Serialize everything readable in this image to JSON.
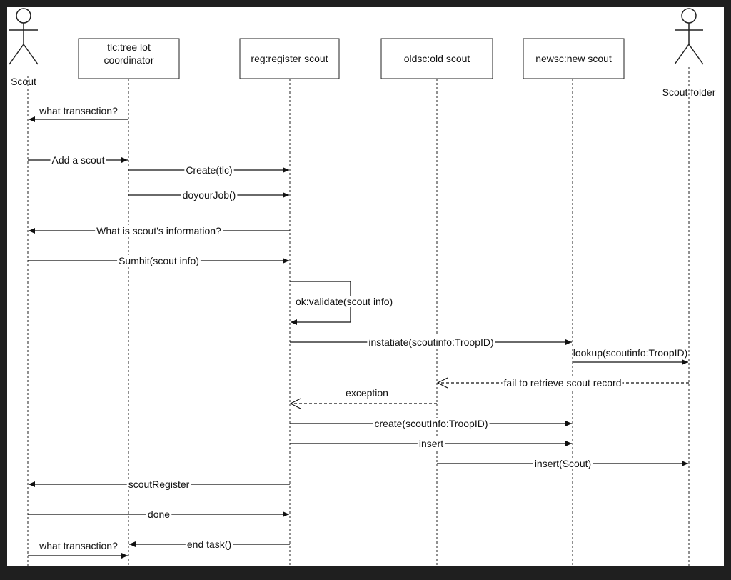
{
  "colors": {
    "frame": "#1f1f1f",
    "background": "#ffffff",
    "ink": "#111111"
  },
  "participants": [
    {
      "id": "scout",
      "kind": "actor",
      "label": "Scout"
    },
    {
      "id": "tlc",
      "kind": "object",
      "label_lines": [
        "tlc:tree lot",
        "coordinator"
      ]
    },
    {
      "id": "reg",
      "kind": "object",
      "label_lines": [
        "reg:register scout"
      ]
    },
    {
      "id": "oldsc",
      "kind": "object",
      "label_lines": [
        "oldsc:old scout"
      ]
    },
    {
      "id": "newsc",
      "kind": "object",
      "label_lines": [
        "newsc:new scout"
      ]
    },
    {
      "id": "folder",
      "kind": "actor",
      "label": "Scout folder"
    }
  ],
  "messages": [
    {
      "from": "tlc",
      "to": "scout",
      "label": "what transaction?",
      "style": "sync"
    },
    {
      "from": "scout",
      "to": "tlc",
      "label": "Add a scout",
      "style": "sync"
    },
    {
      "from": "tlc",
      "to": "reg",
      "label": "Create(tlc)",
      "style": "sync"
    },
    {
      "from": "tlc",
      "to": "reg",
      "label": "doyourJob()",
      "style": "sync"
    },
    {
      "from": "reg",
      "to": "scout",
      "label": "What is scout's information?",
      "style": "sync"
    },
    {
      "from": "scout",
      "to": "reg",
      "label": "Sumbit(scout info)",
      "style": "sync"
    },
    {
      "from": "reg",
      "to": "reg",
      "label": "ok:validate(scout info)",
      "style": "self"
    },
    {
      "from": "reg",
      "to": "newsc",
      "label": "instatiate(scoutinfo:TroopID)",
      "style": "sync"
    },
    {
      "from": "newsc",
      "to": "folder",
      "label": "lookup(scoutinfo:TroopID)",
      "style": "sync"
    },
    {
      "from": "folder",
      "to": "oldsc",
      "label": "fail to retrieve scout record",
      "style": "return"
    },
    {
      "from": "oldsc",
      "to": "reg",
      "label": "exception",
      "style": "return"
    },
    {
      "from": "reg",
      "to": "newsc",
      "label": "create(scoutInfo:TroopID)",
      "style": "sync"
    },
    {
      "from": "reg",
      "to": "newsc",
      "label": "insert",
      "style": "sync"
    },
    {
      "from": "oldsc",
      "to": "folder",
      "label": "insert(Scout)",
      "style": "sync"
    },
    {
      "from": "reg",
      "to": "scout",
      "label": "scoutRegister",
      "style": "sync"
    },
    {
      "from": "scout",
      "to": "reg",
      "label": "done",
      "style": "sync"
    },
    {
      "from": "reg",
      "to": "tlc",
      "label": "end task()",
      "style": "sync"
    },
    {
      "from": "scout",
      "to": "tlc",
      "label": "what transaction?",
      "style": "sync"
    }
  ]
}
